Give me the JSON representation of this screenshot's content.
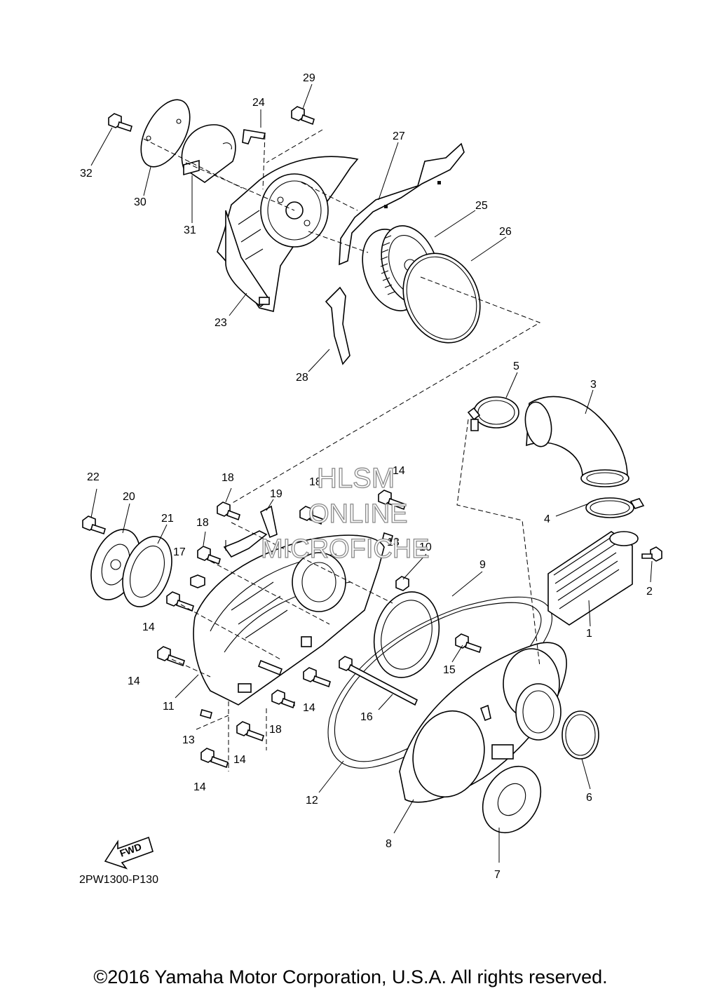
{
  "figure_code": "2PW1300-P130",
  "copyright": "©2016 Yamaha Motor Corporation, U.S.A. All rights reserved.",
  "watermark": {
    "line1": "HLSM",
    "line2": "ONLINE",
    "line3": "MICROFICHE"
  },
  "fwd_label": "FWD",
  "callouts": {
    "c1": "1",
    "c2": "2",
    "c3": "3",
    "c4": "4",
    "c5": "5",
    "c6": "6",
    "c7": "7",
    "c8": "8",
    "c9": "9",
    "c10": "10",
    "c11": "11",
    "c12": "12",
    "c13a": "13",
    "c13b": "13",
    "c14a": "14",
    "c14b": "14",
    "c14c": "14",
    "c14d": "14",
    "c14e": "14",
    "c14f": "14",
    "c15": "15",
    "c16": "16",
    "c17": "17",
    "c18a": "18",
    "c18b": "18",
    "c18c": "18",
    "c18d": "18",
    "c19": "19",
    "c20": "20",
    "c21": "21",
    "c22": "22",
    "c23": "23",
    "c24": "24",
    "c25": "25",
    "c26": "26",
    "c27": "27",
    "c28": "28",
    "c29": "29",
    "c30": "30",
    "c31": "31",
    "c32": "32"
  }
}
